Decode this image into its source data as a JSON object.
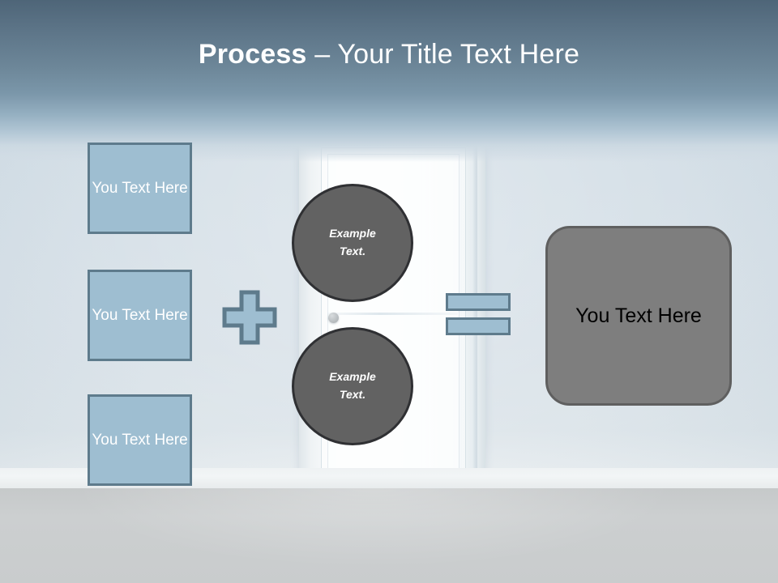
{
  "slide": {
    "title_bold": "Process",
    "title_rest": " – Your Title Text Here"
  },
  "inputs": [
    {
      "label": "You Text Here"
    },
    {
      "label": "You Text Here"
    },
    {
      "label": "You Text Here"
    }
  ],
  "operators": {
    "plus": "plus-symbol",
    "equals": "equals-symbol"
  },
  "circles": [
    {
      "line1": "Example",
      "line2": "Text."
    },
    {
      "line1": "Example",
      "line2": "Text."
    }
  ],
  "result": {
    "label": "You Text Here"
  },
  "background": {
    "scene": "door-in-wall",
    "door_knob": "door-knob-icon"
  },
  "colors": {
    "title_band_top": "#4e6578",
    "title_band_bottom": "#ccd9e2",
    "wall": "#d3dde6",
    "floor": "#c9cccd",
    "accent_blue_fill": "#9ebed1",
    "accent_blue_border": "#5e7b8c",
    "circle_fill": "#626262",
    "circle_border": "#2f3033",
    "result_fill": "#7e7e7e",
    "result_border": "#5f5f5f",
    "title_text": "#ffffff",
    "box_text": "#ffffff",
    "result_text": "#000000"
  }
}
